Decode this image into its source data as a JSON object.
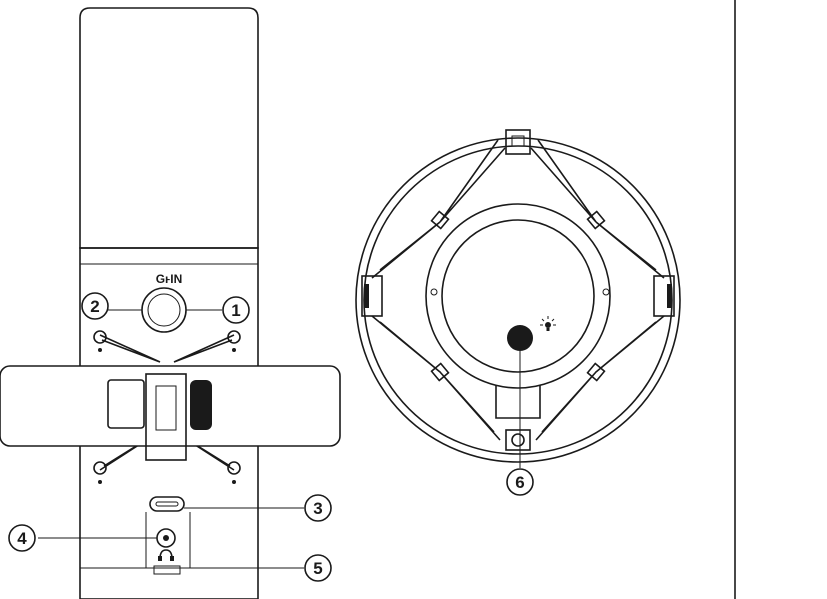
{
  "gain_label": "GⱶIN",
  "callouts": [
    {
      "id": "1",
      "label": "1",
      "target": "gain-knob-right"
    },
    {
      "id": "2",
      "label": "2",
      "target": "gain-knob-left"
    },
    {
      "id": "3",
      "label": "3",
      "target": "usb-c-port"
    },
    {
      "id": "4",
      "label": "4",
      "target": "headphone-jack"
    },
    {
      "id": "5",
      "label": "5",
      "target": "headphone-label"
    },
    {
      "id": "6",
      "label": "6",
      "target": "led-indicator"
    }
  ],
  "icons": {
    "headphone": "headphone-icon",
    "led": "light-bulb-icon"
  },
  "colors": {
    "ink": "#1a1a1a",
    "background": "#ffffff"
  }
}
